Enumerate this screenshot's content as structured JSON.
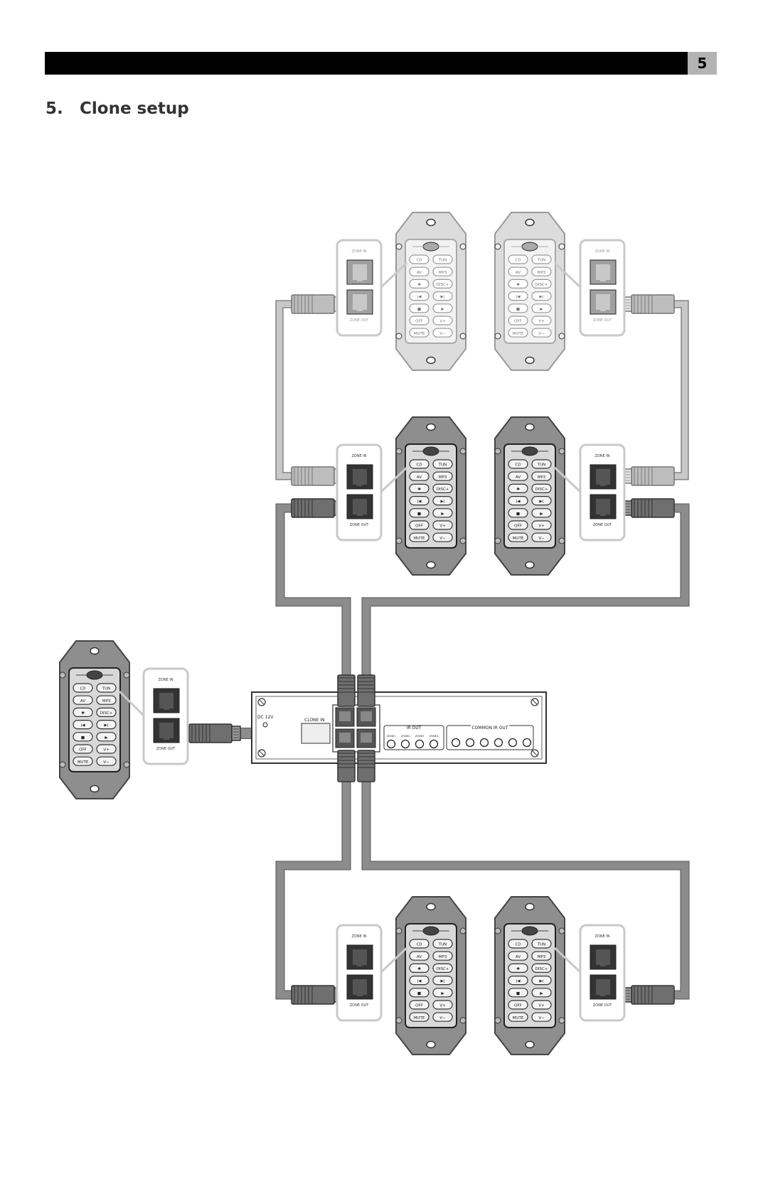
{
  "header": {
    "page_number": "5"
  },
  "section": {
    "number": "5.",
    "title": "Clone setup"
  },
  "keypad": {
    "buttons": [
      [
        "CD",
        "TUN"
      ],
      [
        "AV",
        "MP3"
      ],
      [
        "✱",
        "DISC+"
      ],
      [
        "|◀",
        "▶|"
      ],
      [
        "■",
        "▶"
      ],
      [
        "OFF",
        "V+"
      ],
      [
        "MUTE",
        "V−"
      ]
    ]
  },
  "jacks": {
    "zone_in": "ZONE IN",
    "zone_out": "ZONE OUT"
  },
  "hub": {
    "power_label": "DC 12V",
    "clone_in_label": "CLONE IN",
    "ir_out_label": "IR OUT",
    "common_ir_out_label": "COMMON IR OUT",
    "zone_labels": [
      "ZONE1",
      "ZONE2",
      "ZONE3",
      "ZONE4"
    ]
  },
  "colors": {
    "cable_dark": "#8c8c8c",
    "cable_light": "#c8c8c8",
    "plate_dark": "#8e8e8e",
    "plate_light": "#dcdcdc"
  }
}
